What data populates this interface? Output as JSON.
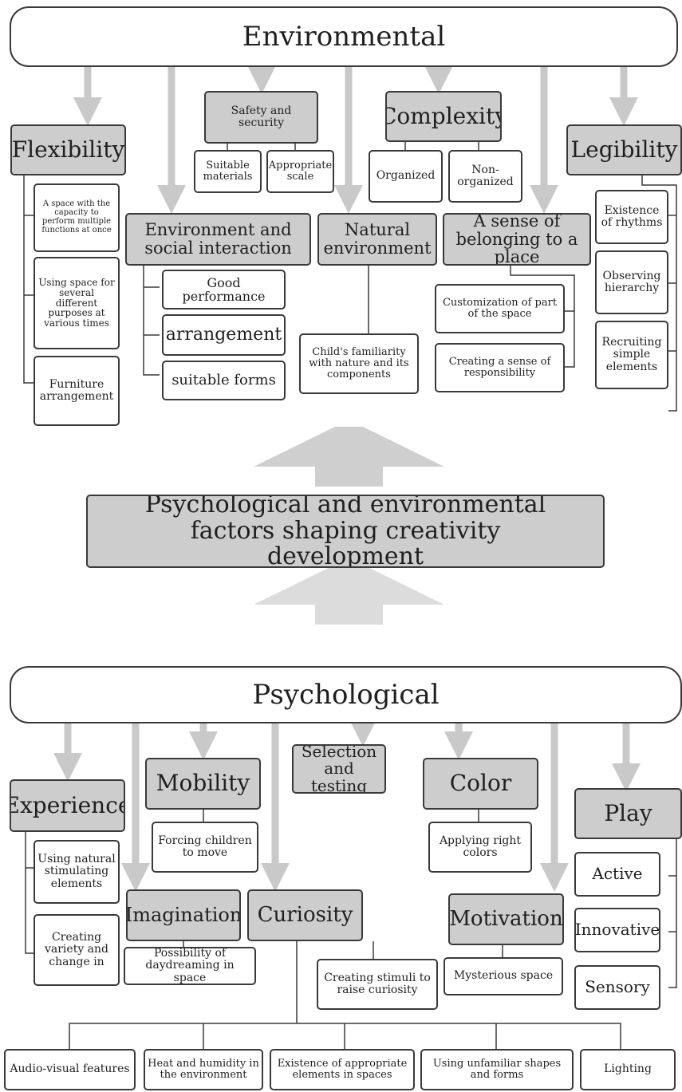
{
  "environmental": {
    "title": "Environmental",
    "flexibility": {
      "title": "Flexibility",
      "items": [
        "A space with the capacity to perform multiple functions at once",
        "Using space for several different purposes at various times",
        "Furniture arrangement"
      ]
    },
    "safety": {
      "title": "Safety and security",
      "items": [
        "Suitable materials",
        "Appropriate scale"
      ]
    },
    "complexity": {
      "title": "Complexity",
      "items": [
        "Organized",
        "Non-organized"
      ]
    },
    "legibility": {
      "title": "Legibility",
      "items": [
        "Existence of rhythms",
        "Observing hierarchy",
        "Recruiting simple elements"
      ]
    },
    "social": {
      "title": "Environment and social interaction",
      "items": [
        "Good performance",
        "arrangement",
        "suitable forms"
      ]
    },
    "natural": {
      "title": "Natural environment",
      "items": [
        "Child's familiarity with nature and its components"
      ]
    },
    "belonging": {
      "title": "A sense of belonging to a place",
      "items": [
        "Customization of part of the space",
        "Creating a sense of responsibility"
      ]
    }
  },
  "center": {
    "title": "Psychological and environmental factors shaping creativity development"
  },
  "psychological": {
    "title": "Psychological",
    "experience": {
      "title": "Experience",
      "items": [
        "Using natural stimulating elements",
        "Creating variety and change in"
      ]
    },
    "mobility": {
      "title": "Mobility",
      "items": [
        "Forcing children to move"
      ]
    },
    "selection": {
      "title": "Selection and testing"
    },
    "color": {
      "title": "Color",
      "items": [
        "Applying right colors"
      ]
    },
    "play": {
      "title": "Play",
      "items": [
        "Active",
        "Innovative",
        "Sensory"
      ]
    },
    "imagination": {
      "title": "Imagination",
      "items": [
        "Possibility of daydreaming in space"
      ]
    },
    "curiosity": {
      "title": "Curiosity",
      "items": [
        "Creating stimuli to raise curiosity"
      ]
    },
    "motivation": {
      "title": "Motivation",
      "items": [
        "Mysterious space"
      ]
    },
    "bottom_items": [
      "Audio-visual features",
      "Heat and humidity in the environment",
      "Existence of appropriate elements in spaces",
      "Using unfamiliar shapes and forms",
      "Lighting"
    ]
  },
  "colors": {
    "box_fill": "#cdcdcd",
    "arrow": "#c9c9c9",
    "line": "#3a3a3a"
  }
}
